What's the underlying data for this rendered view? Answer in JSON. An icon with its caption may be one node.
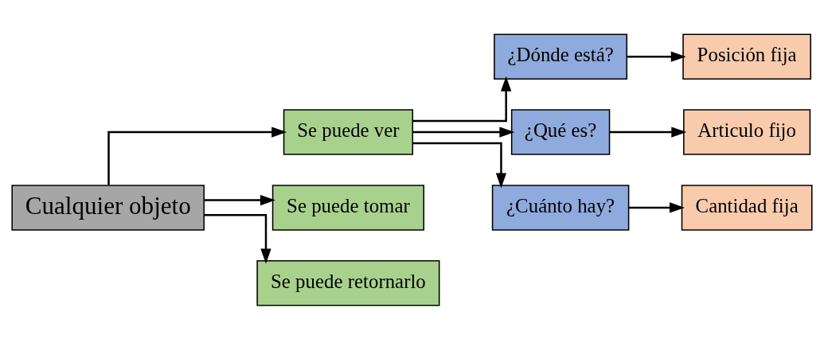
{
  "diagram": {
    "nodes": [
      {
        "text": [
          "Cualquier objeto"
        ]
      },
      {
        "text": [
          "Se puede ver"
        ]
      },
      {
        "text": [
          "Se puede tomar"
        ]
      },
      {
        "text": [
          "Se puede retornarlo"
        ]
      },
      {
        "text": [
          "¿Dónde está?"
        ]
      },
      {
        "text": [
          "¿Qué es?"
        ]
      },
      {
        "text": [
          "¿Cuánto hay?"
        ]
      },
      {
        "text": [
          "Posición fija"
        ]
      },
      {
        "text": [
          "Articulo fijo"
        ]
      },
      {
        "text": [
          "Cantidad fija"
        ]
      }
    ],
    "edges": [
      {
        "from": 0,
        "to": 1,
        "arrow": "to"
      },
      {
        "from": 0,
        "to": 2,
        "arrow": "to"
      },
      {
        "from": 0,
        "to": 3,
        "arrow": "to"
      },
      {
        "from": 1,
        "to": 4,
        "arrow": "to"
      },
      {
        "from": 1,
        "to": 5,
        "arrow": "to"
      },
      {
        "from": 1,
        "to": 6,
        "arrow": "to"
      },
      {
        "from": 4,
        "to": 7,
        "arrow": "to"
      },
      {
        "from": 5,
        "to": 8,
        "arrow": "to"
      },
      {
        "from": 6,
        "to": 9,
        "arrow": "to"
      }
    ]
  }
}
